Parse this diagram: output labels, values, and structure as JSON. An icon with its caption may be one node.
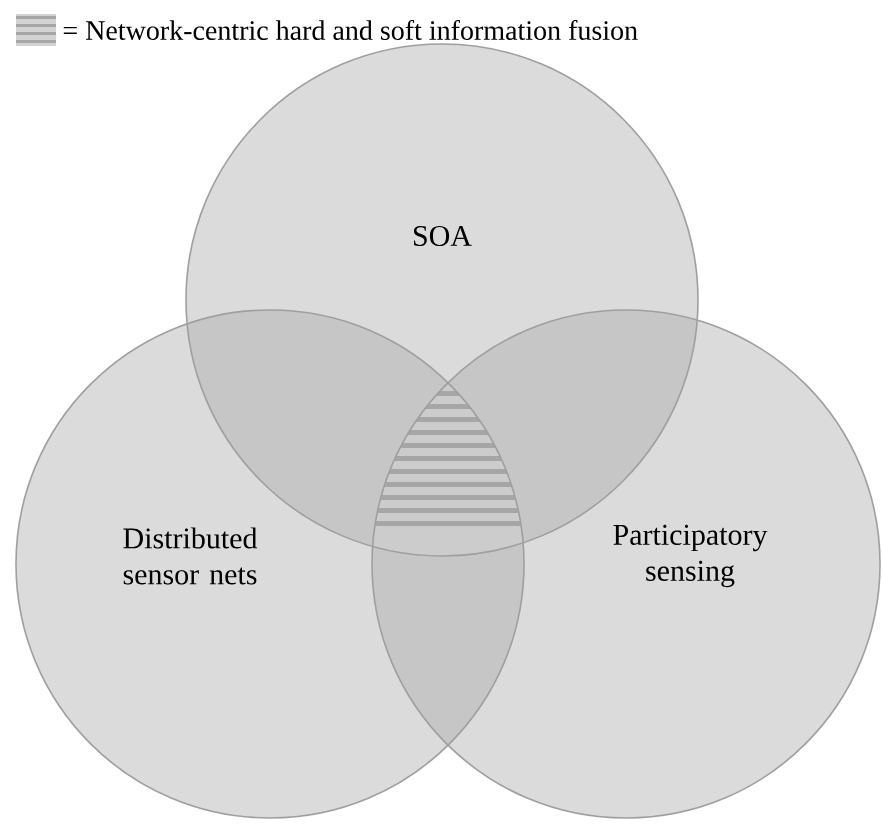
{
  "diagram": {
    "nodes": [
      {
        "text": [
          "SOA"
        ]
      },
      {
        "text": [
          "Distributed sensor nets"
        ]
      },
      {
        "text": [
          "Participatory sensing"
        ]
      }
    ],
    "legend": [
      {
        "text": "= Network-centric hard and soft information fusion"
      }
    ]
  }
}
